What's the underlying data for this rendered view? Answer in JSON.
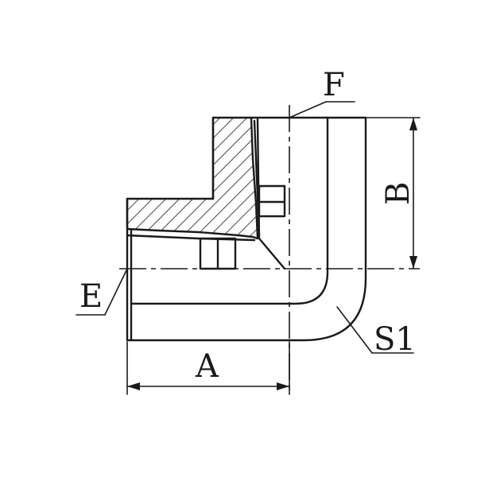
{
  "labels": {
    "a": "A",
    "b": "B",
    "e": "E",
    "f": "F",
    "s1": "S1"
  },
  "colors": {
    "line": "#1a1a1a",
    "background": "#ffffff"
  }
}
